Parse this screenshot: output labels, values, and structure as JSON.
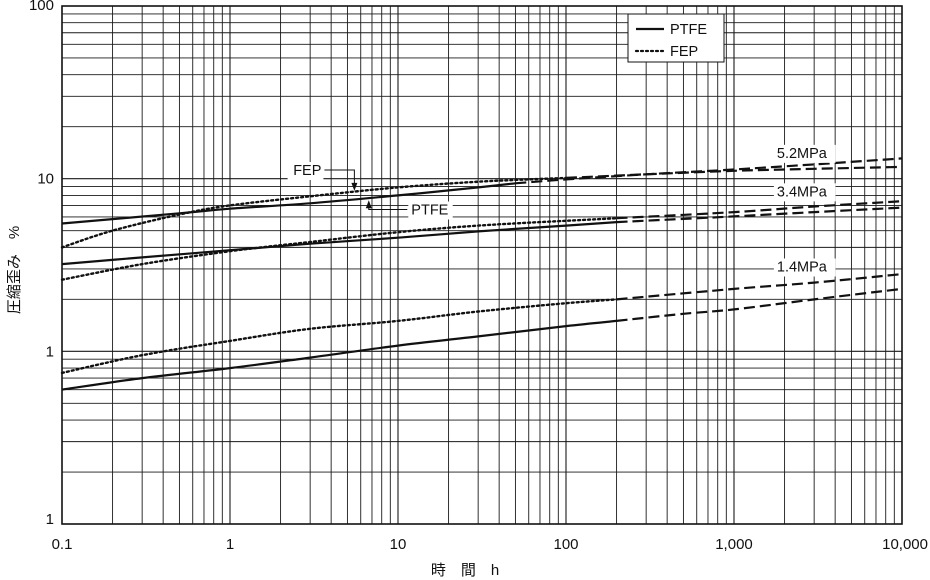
{
  "chart_data": {
    "type": "line",
    "xlabel": "時　間　h",
    "ylabel": "圧縮歪み　%",
    "x_scale": "log",
    "y_scale": "log",
    "xlim": [
      0.1,
      10000
    ],
    "ylim": [
      0.1,
      100
    ],
    "x_ticks": [
      {
        "value": 0.1,
        "label": "0.1"
      },
      {
        "value": 1,
        "label": "1"
      },
      {
        "value": 10,
        "label": "10"
      },
      {
        "value": 100,
        "label": "100"
      },
      {
        "value": 1000,
        "label": "1,000"
      },
      {
        "value": 10000,
        "label": "10,000"
      }
    ],
    "y_ticks": [
      {
        "value": 0.1,
        "label": "1"
      },
      {
        "value": 1,
        "label": "1"
      },
      {
        "value": 10,
        "label": "10"
      },
      {
        "value": 100,
        "label": "100"
      }
    ],
    "grid": true,
    "legend": {
      "position": "top-right",
      "entries": [
        {
          "label": "PTFE",
          "style": "solid"
        },
        {
          "label": "FEP",
          "style": "dotted"
        }
      ]
    },
    "series": [
      {
        "name": "PTFE",
        "material": "PTFE",
        "pressure": "5.2MPa",
        "style": "solid",
        "points": [
          [
            0.1,
            5.5
          ],
          [
            0.5,
            6.3
          ],
          [
            1,
            6.7
          ],
          [
            3,
            7.2
          ],
          [
            10,
            8.0
          ],
          [
            30,
            8.9
          ],
          [
            50,
            9.4
          ]
        ]
      },
      {
        "name": "PTFE",
        "material": "PTFE",
        "pressure": "5.2MPa",
        "style": "dashed",
        "points": [
          [
            50,
            9.4
          ],
          [
            100,
            9.9
          ],
          [
            300,
            10.6
          ],
          [
            1000,
            11.3
          ],
          [
            3000,
            12.1
          ],
          [
            10000,
            13.1
          ]
        ]
      },
      {
        "name": "FEP",
        "material": "FEP",
        "pressure": "5.2MPa",
        "style": "dotted",
        "points": [
          [
            0.1,
            4.0
          ],
          [
            0.2,
            5.0
          ],
          [
            0.5,
            6.2
          ],
          [
            1,
            7.0
          ],
          [
            3,
            7.9
          ],
          [
            10,
            8.9
          ],
          [
            30,
            9.6
          ],
          [
            100,
            10.1
          ]
        ]
      },
      {
        "name": "FEP",
        "material": "FEP",
        "pressure": "5.2MPa",
        "style": "dashed",
        "points": [
          [
            100,
            10.1
          ],
          [
            300,
            10.6
          ],
          [
            1000,
            11.1
          ],
          [
            3000,
            11.4
          ],
          [
            10000,
            11.7
          ]
        ]
      },
      {
        "name": "PTFE",
        "material": "PTFE",
        "pressure": "3.4MPa",
        "style": "solid",
        "points": [
          [
            0.1,
            3.2
          ],
          [
            0.3,
            3.5
          ],
          [
            1,
            3.85
          ],
          [
            3,
            4.2
          ],
          [
            10,
            4.55
          ],
          [
            30,
            4.95
          ],
          [
            100,
            5.35
          ],
          [
            200,
            5.6
          ]
        ]
      },
      {
        "name": "PTFE",
        "material": "PTFE",
        "pressure": "3.4MPa",
        "style": "dashed",
        "points": [
          [
            200,
            5.6
          ],
          [
            500,
            5.85
          ],
          [
            1000,
            6.05
          ],
          [
            3000,
            6.4
          ],
          [
            10000,
            6.8
          ]
        ]
      },
      {
        "name": "FEP",
        "material": "FEP",
        "pressure": "3.4MPa",
        "style": "dotted",
        "points": [
          [
            0.1,
            2.6
          ],
          [
            0.3,
            3.2
          ],
          [
            1,
            3.8
          ],
          [
            3,
            4.3
          ],
          [
            10,
            4.9
          ],
          [
            30,
            5.35
          ],
          [
            100,
            5.7
          ],
          [
            200,
            5.9
          ]
        ]
      },
      {
        "name": "FEP",
        "material": "FEP",
        "pressure": "3.4MPa",
        "style": "dashed",
        "points": [
          [
            200,
            5.9
          ],
          [
            1000,
            6.4
          ],
          [
            3000,
            6.9
          ],
          [
            10000,
            7.4
          ]
        ]
      },
      {
        "name": "PTFE",
        "material": "PTFE",
        "pressure": "1.4MPa",
        "style": "solid",
        "points": [
          [
            0.1,
            0.6
          ],
          [
            0.3,
            0.7
          ],
          [
            1,
            0.8
          ],
          [
            3,
            0.92
          ],
          [
            10,
            1.08
          ],
          [
            30,
            1.22
          ],
          [
            100,
            1.4
          ],
          [
            200,
            1.5
          ]
        ]
      },
      {
        "name": "PTFE",
        "material": "PTFE",
        "pressure": "1.4MPa",
        "style": "dashed",
        "points": [
          [
            200,
            1.5
          ],
          [
            500,
            1.65
          ],
          [
            1000,
            1.75
          ],
          [
            3000,
            2.0
          ],
          [
            10000,
            2.3
          ]
        ]
      },
      {
        "name": "FEP",
        "material": "FEP",
        "pressure": "1.4MPa",
        "style": "dotted",
        "points": [
          [
            0.1,
            0.75
          ],
          [
            0.3,
            0.95
          ],
          [
            1,
            1.15
          ],
          [
            3,
            1.35
          ],
          [
            10,
            1.5
          ],
          [
            30,
            1.7
          ],
          [
            100,
            1.9
          ],
          [
            200,
            2.0
          ]
        ]
      },
      {
        "name": "FEP",
        "material": "FEP",
        "pressure": "1.4MPa",
        "style": "dashed",
        "points": [
          [
            200,
            2.0
          ],
          [
            1000,
            2.3
          ],
          [
            3000,
            2.5
          ],
          [
            10000,
            2.8
          ]
        ]
      }
    ],
    "annotations": [
      {
        "text": "5.2MPa",
        "x": 1800,
        "y": 13.2
      },
      {
        "text": "3.4MPa",
        "x": 1800,
        "y": 7.9
      },
      {
        "text": "1.4MPa",
        "x": 1800,
        "y": 2.9
      },
      {
        "text": "FEP",
        "x": 3.5,
        "y": 10.5,
        "arrow_to": [
          5.5,
          8.5
        ]
      },
      {
        "text": "PTFE",
        "x": 12,
        "y": 6.2,
        "arrow_to": [
          6.7,
          7.5
        ]
      }
    ]
  }
}
